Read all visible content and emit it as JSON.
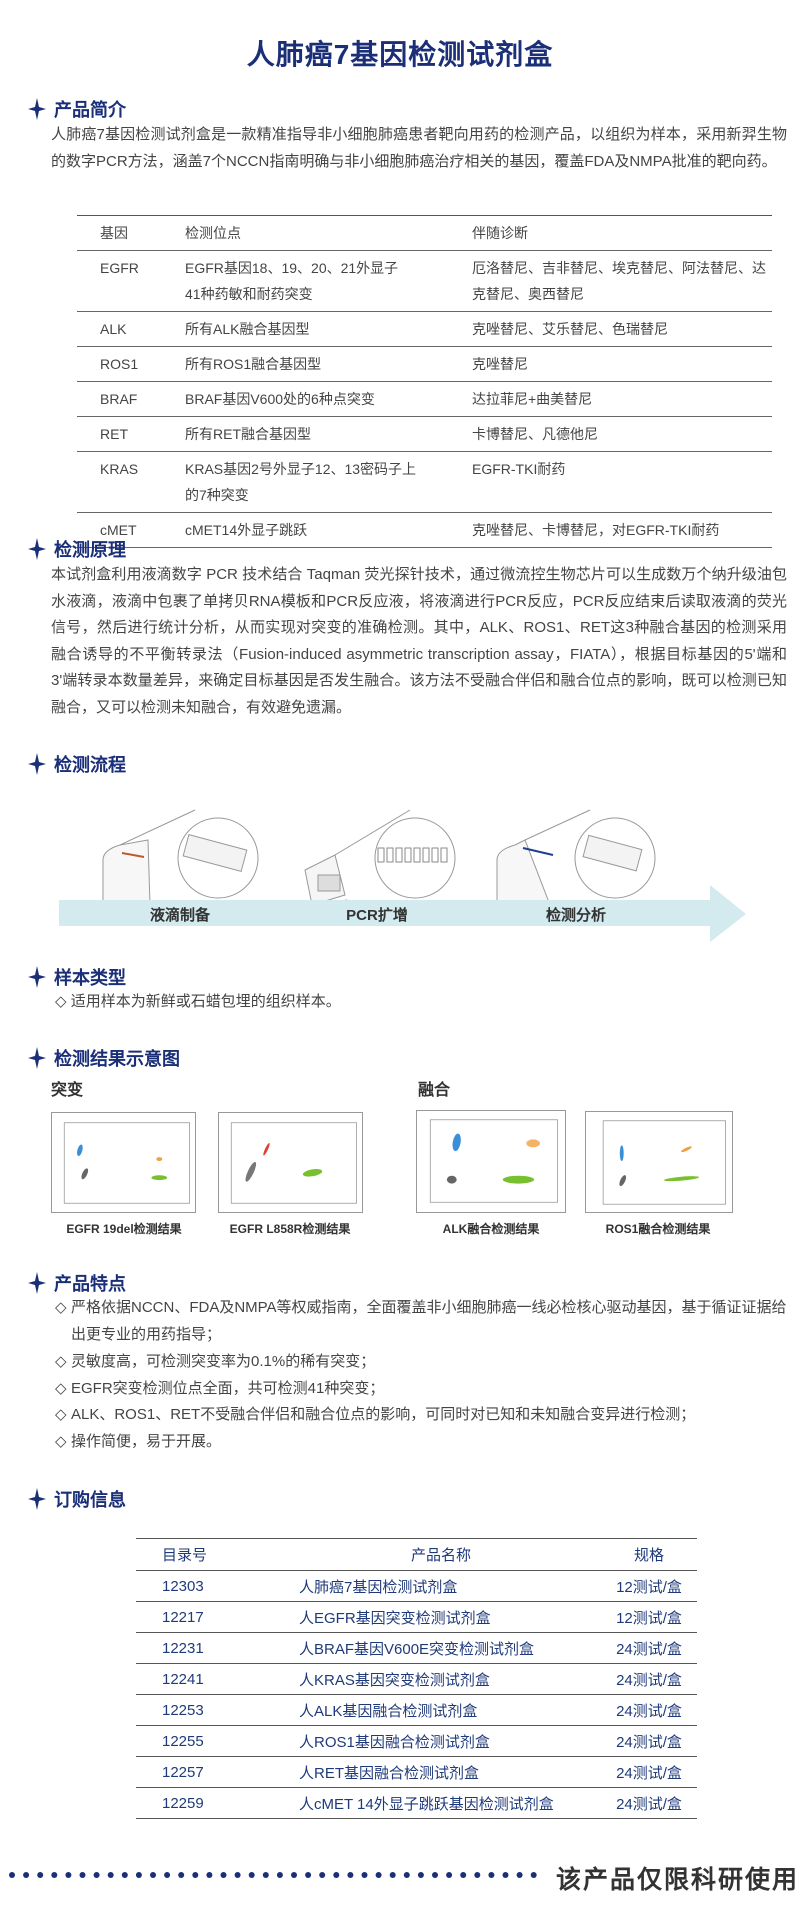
{
  "title": "人肺癌7基因检测试剂盒",
  "intro": {
    "heading": "产品简介",
    "text": "人肺癌7基因检测试剂盒是一款精准指导非小细胞肺癌患者靶向用药的检测产品，以组织为样本，采用新羿生物的数字PCR方法，涵盖7个NCCN指南明确与非小细胞肺癌治疗相关的基因，覆盖FDA及NMPA批准的靶向药。"
  },
  "gene_table": {
    "headers": [
      "基因",
      "检测位点",
      "伴随诊断"
    ],
    "rows": [
      [
        "EGFR",
        "EGFR基因18、19、20、21外显子41种药敏和耐药突变",
        "厄洛替尼、吉非替尼、埃克替尼、阿法替尼、达克替尼、奥西替尼"
      ],
      [
        "ALK",
        "所有ALK融合基因型",
        "克唑替尼、艾乐替尼、色瑞替尼"
      ],
      [
        "ROS1",
        "所有ROS1融合基因型",
        "克唑替尼"
      ],
      [
        "BRAF",
        "BRAF基因V600处的6种点突变",
        "达拉菲尼+曲美替尼"
      ],
      [
        "RET",
        "所有RET融合基因型",
        "卡博替尼、凡德他尼"
      ],
      [
        "KRAS",
        "KRAS基因2号外显子12、13密码子上的7种突变",
        "EGFR-TKI耐药"
      ],
      [
        "cMET",
        "cMET14外显子跳跃",
        "克唑替尼、卡博替尼，对EGFR-TKI耐药"
      ]
    ]
  },
  "principle": {
    "heading": "检测原理",
    "text": "本试剂盒利用液滴数字 PCR 技术结合 Taqman 荧光探针技术，通过微流控生物芯片可以生成数万个纳升级油包水液滴，液滴中包裹了单拷贝RNA模板和PCR反应液，将液滴进行PCR反应，PCR反应结束后读取液滴的荧光信号，然后进行统计分析，从而实现对突变的准确检测。其中，ALK、ROS1、RET这3种融合基因的检测采用融合诱导的不平衡转录法（Fusion-induced asymmetric transcription assay，FIATA），根据目标基因的5'端和3'端转录本数量差异，来确定目标基因是否发生融合。该方法不受融合伴侣和融合位点的影响，既可以检测已知融合，又可以检测未知融合，有效避免遗漏。"
  },
  "workflow": {
    "heading": "检测流程",
    "steps": [
      "液滴制备",
      "PCR扩增",
      "检测分析"
    ],
    "colors": {
      "arrow": "#d3eaee",
      "accent1": "#c0582a",
      "accent2": "#1f3f8f"
    }
  },
  "sample": {
    "heading": "样本类型",
    "text": "◇ 适用样本为新鲜或石蜡包埋的组织样本。"
  },
  "results": {
    "heading": "检测结果示意图",
    "groups": [
      "突变",
      "融合"
    ],
    "captions": [
      "EGFR 19del检测结果",
      "EGFR L858R检测结果",
      "ALK融合检测结果",
      "ROS1融合检测结果"
    ]
  },
  "features": {
    "heading": "产品特点",
    "items": [
      "严格依据NCCN、FDA及NMPA等权威指南，全面覆盖非小细胞肺癌一线必检核心驱动基因，基于循证证据给出更专业的用药指导；",
      "灵敏度高，可检测突变率为0.1%的稀有突变；",
      "EGFR突变检测位点全面，共可检测41种突变；",
      "ALK、ROS1、RET不受融合伴侣和融合位点的影响，可同时对已知和未知融合变异进行检测；",
      "操作简便，易于开展。"
    ],
    "bullet": "◇"
  },
  "order": {
    "heading": "订购信息",
    "headers": [
      "目录号",
      "产品名称",
      "规格"
    ],
    "rows": [
      [
        "12303",
        "人肺癌7基因检测试剂盒",
        "12测试/盒"
      ],
      [
        "12217",
        "人EGFR基因突变检测试剂盒",
        "12测试/盒"
      ],
      [
        "12231",
        "人BRAF基因V600E突变检测试剂盒",
        "24测试/盒"
      ],
      [
        "12241",
        "人KRAS基因突变检测试剂盒",
        "24测试/盒"
      ],
      [
        "12253",
        "人ALK基因融合检测试剂盒",
        "24测试/盒"
      ],
      [
        "12255",
        "人ROS1基因融合检测试剂盒",
        "24测试/盒"
      ],
      [
        "12257",
        "人RET基因融合检测试剂盒",
        "24测试/盒"
      ],
      [
        "12259",
        "人cMET 14外显子跳跃基因检测试剂盒",
        "24测试/盒"
      ]
    ]
  },
  "footer": "该产品仅限科研使用",
  "colors": {
    "navy": "#1b2f78",
    "text": "#444444"
  }
}
